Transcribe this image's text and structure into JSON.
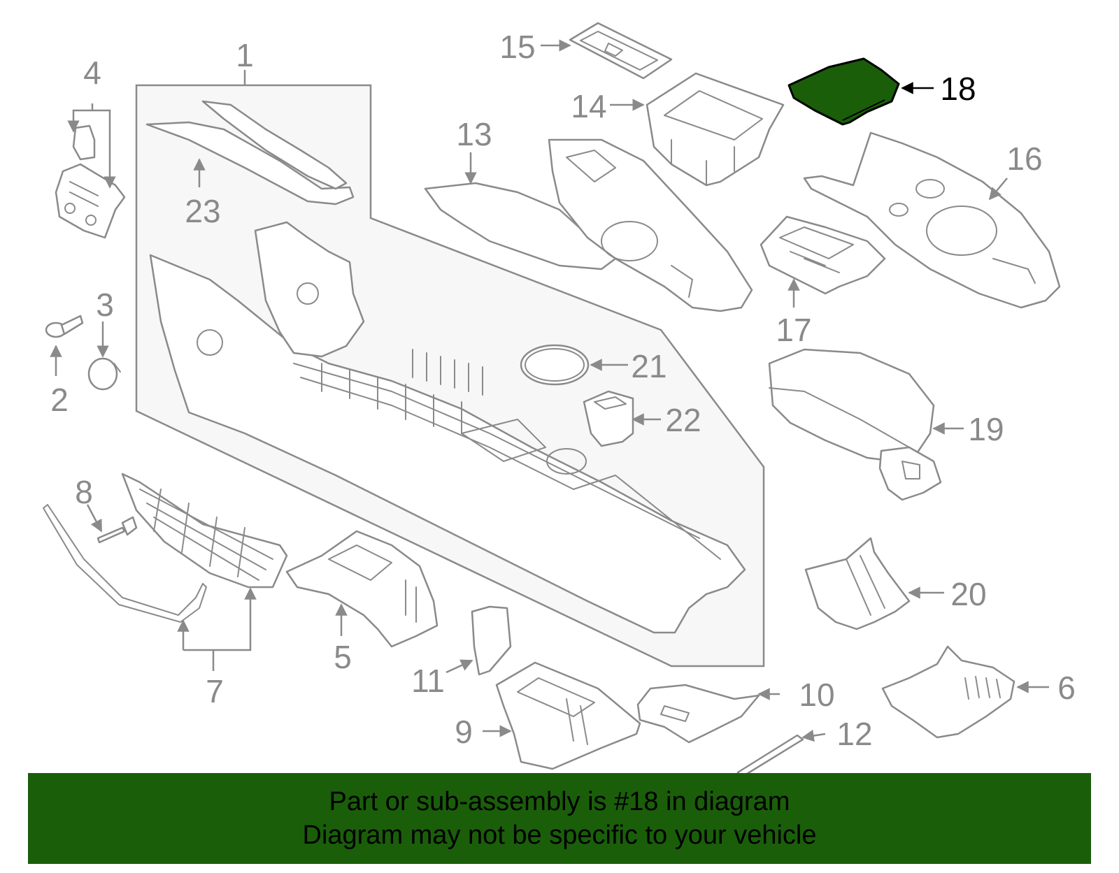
{
  "diagram": {
    "highlighted_part": "18",
    "highlight_color": "#1a5e0a",
    "line_color": "#8a8a8a",
    "callouts": [
      "1",
      "2",
      "3",
      "4",
      "5",
      "6",
      "7",
      "8",
      "9",
      "10",
      "11",
      "12",
      "13",
      "14",
      "15",
      "16",
      "17",
      "18",
      "19",
      "20",
      "21",
      "22",
      "23"
    ]
  },
  "banner": {
    "line1": "Part or sub-assembly is #18 in diagram",
    "line2": "Diagram may not be specific to your vehicle",
    "background": "#1a5e0a"
  }
}
